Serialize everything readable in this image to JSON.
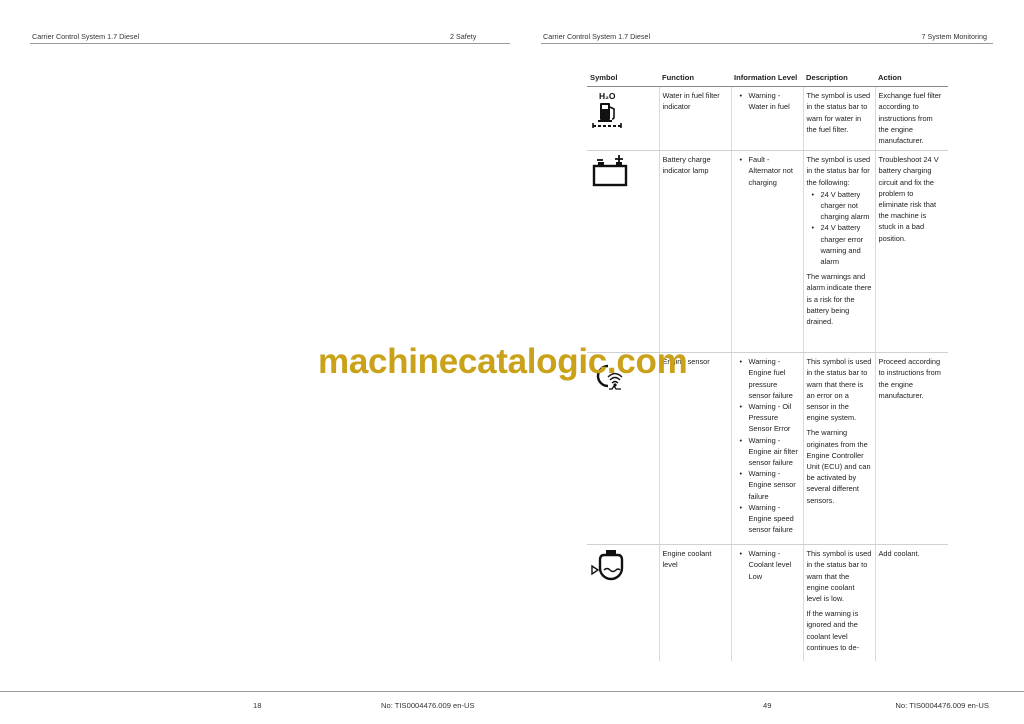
{
  "header": {
    "left_title": "Carrier Control System 1.7 Diesel",
    "left_chapter": "2 Safety",
    "right_title": "Carrier Control System 1.7 Diesel",
    "right_chapter": "7 System Monitoring"
  },
  "table": {
    "headers": [
      "Symbol",
      "Function",
      "Information Level",
      "Description",
      "Action"
    ],
    "rows": [
      {
        "icon": "water-in-fuel-icon",
        "icon_label": "H₂O",
        "function": "Water in fuel filter indicator",
        "info": [
          "Warning - Water in fuel"
        ],
        "description": [
          "The symbol is used in the status bar to warn for water in the fuel filter."
        ],
        "desc_bullets": [],
        "desc_after": [],
        "action": "Exchange fuel filter according to instructions from the engine manufacturer."
      },
      {
        "icon": "battery-charge-icon",
        "function": "Battery charge indicator lamp",
        "info": [
          "Fault - Alternator not charging"
        ],
        "description": [
          "The symbol is used in the status bar for the following:"
        ],
        "desc_bullets": [
          "24 V battery charger not charging alarm",
          "24 V battery charger error warning and alarm"
        ],
        "desc_after": [
          "The warnings and alarm indicate there is a risk for the battery being drained."
        ],
        "action": "Troubleshoot 24 V battery charging circuit and fix the problem to eliminate risk that the machine is stuck in a bad position."
      },
      {
        "icon": "engine-sensor-icon",
        "function": "Engine sensor",
        "info": [
          "Warning - Engine fuel pressure sensor failure",
          "Warning - Oil Pressure Sensor Error",
          "Warning - Engine air filter sensor failure",
          "Warning - Engine sensor failure",
          "Warning - Engine speed sensor failure"
        ],
        "description": [
          "This symbol is used in the status bar to warn that there is an error on a sensor in the engine system.",
          "The warning originates from the Engine Controller Unit (ECU) and can be activated by several different sensors."
        ],
        "desc_bullets": [],
        "desc_after": [],
        "action": "Proceed according to instructions from the engine manufacturer."
      },
      {
        "icon": "engine-coolant-level-icon",
        "function": "Engine coolant level",
        "info": [
          "Warning - Coolant level Low"
        ],
        "description": [
          "This symbol is used in the status bar to warn that the engine coolant level is low.",
          "If the warning is ignored and the coolant level continues to de-"
        ],
        "desc_bullets": [],
        "desc_after": [],
        "action": "Add coolant."
      }
    ]
  },
  "watermark": "machinecatalogic.com",
  "footer": {
    "left_page": "18",
    "left_doc": "No: TIS0004476.009 en-US",
    "right_page": "49",
    "right_doc": "No: TIS0004476.009 en-US"
  }
}
